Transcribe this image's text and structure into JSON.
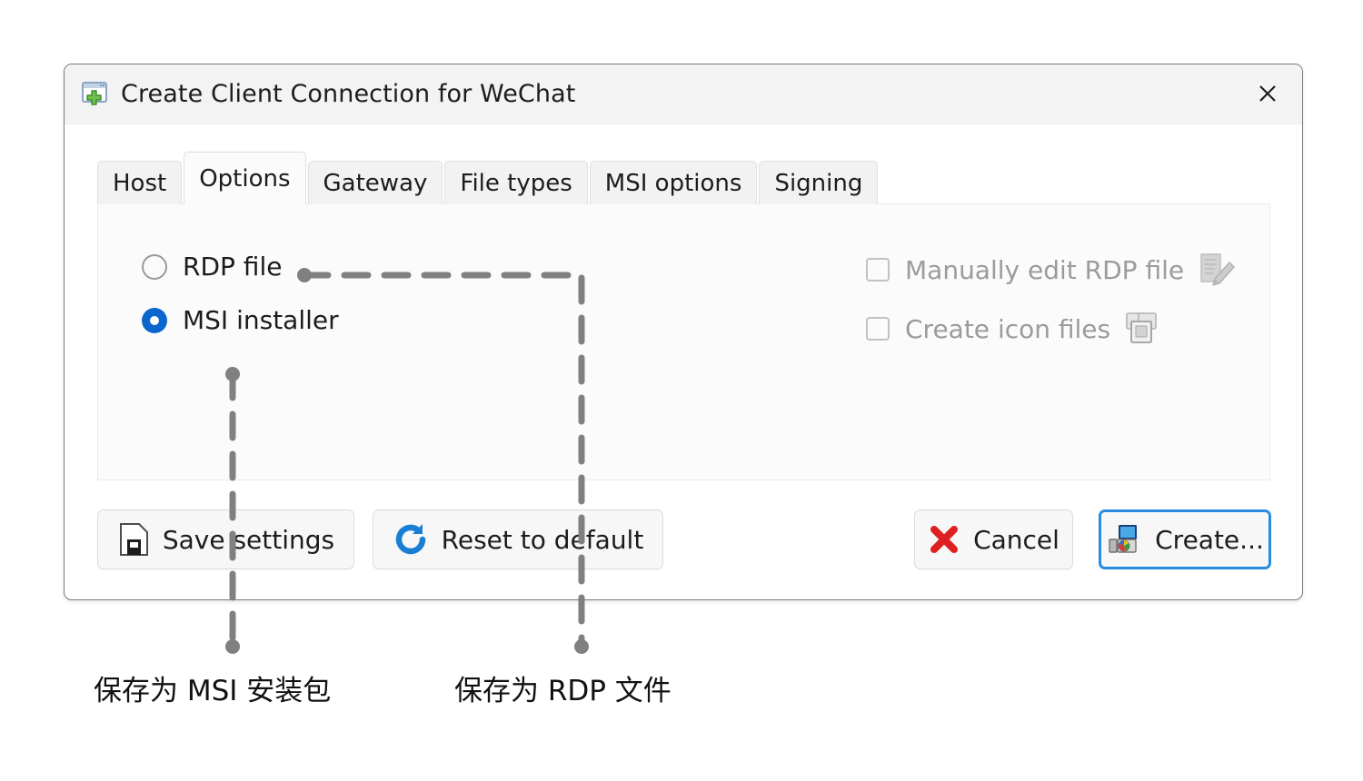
{
  "window": {
    "title": "Create Client Connection for WeChat",
    "icon": "new-window-icon",
    "close_label": "✕",
    "close_icon": "close-icon"
  },
  "tabs": [
    {
      "label": "Host",
      "active": false
    },
    {
      "label": "Options",
      "active": true
    },
    {
      "label": "Gateway",
      "active": false
    },
    {
      "label": "File types",
      "active": false
    },
    {
      "label": "MSI options",
      "active": false
    },
    {
      "label": "Signing",
      "active": false
    }
  ],
  "options": {
    "output_type": {
      "selected": "MSI installer",
      "items": [
        {
          "label": "RDP file",
          "checked": false
        },
        {
          "label": "MSI installer",
          "checked": true
        }
      ]
    },
    "checkboxes": [
      {
        "label": "Manually edit RDP file",
        "checked": false,
        "disabled": true,
        "icon": "edit-document-icon"
      },
      {
        "label": "Create icon files",
        "checked": false,
        "disabled": true,
        "icon": "copy-windows-icon"
      }
    ]
  },
  "buttons": {
    "save": {
      "label": "Save settings",
      "icon": "floppy-save-icon"
    },
    "reset": {
      "label": "Reset to default",
      "icon": "refresh-icon"
    },
    "cancel": {
      "label": "Cancel",
      "icon": "red-x-icon"
    },
    "create": {
      "label": "Create...",
      "icon": "msi-installer-icon",
      "focused": true
    }
  },
  "annotations": [
    {
      "id": "msi",
      "text": "保存为 MSI 安装包",
      "points_to": "MSI installer"
    },
    {
      "id": "rdp",
      "text": "保存为 RDP 文件",
      "points_to": "RDP file"
    }
  ],
  "colors": {
    "accent_blue": "#0a66cc",
    "focus_blue": "#2a8ce0",
    "cancel_red": "#e02020",
    "annotation_gray": "#808080",
    "dialog_bg": "#ffffff",
    "titlebar_bg": "#f3f3f3",
    "panel_bg": "#fbfbfb"
  }
}
